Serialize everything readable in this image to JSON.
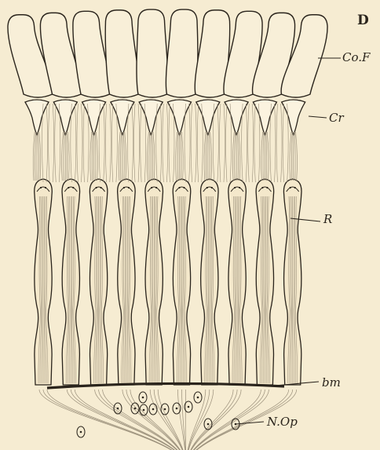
{
  "figure": {
    "panel_letter": "D",
    "labels": {
      "cornea": "Co.F",
      "crystalline_cone": "Cr",
      "retinula": "R",
      "basement_membrane": "bm",
      "optic_nerve": "N.Op"
    },
    "ommatidia_count": 10,
    "ink_color": "#2a241c",
    "paper_color": "#f6ecd2",
    "fibre_color": "#9a8f7a"
  }
}
